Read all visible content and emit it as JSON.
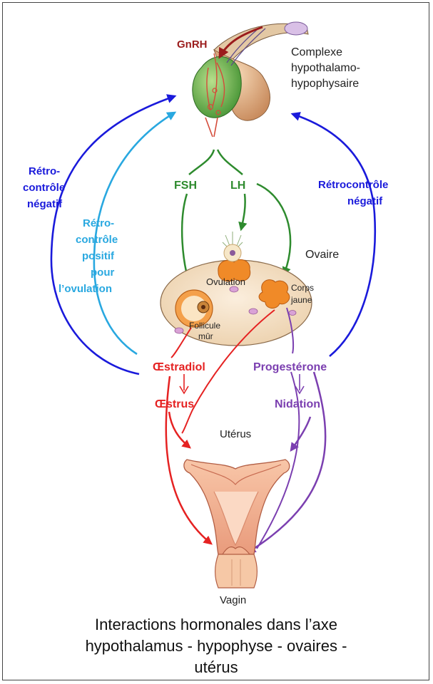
{
  "labels": {
    "gnrh": "GnRH",
    "complex_line1": "Complexe",
    "complex_line2": "hypothalamo-",
    "complex_line3": "hypophysaire",
    "fsh": "FSH",
    "lh": "LH",
    "ovary": "Ovaire",
    "ovulation": "Ovulation",
    "corps_line1": "Corps",
    "corps_line2": "jaune",
    "follicle_line1": "Follicule",
    "follicle_line2": "mûr",
    "retro_neg_left_line1": "Rétro-",
    "retro_neg_left_line2": "contrôle",
    "retro_neg_left_line3": "négatif",
    "retro_pos_line1": "Rétro-",
    "retro_pos_line2": "contrôle",
    "retro_pos_line3": "positif",
    "retro_pos_line4": "pour",
    "retro_pos_line5": "l’ovulation",
    "retro_neg_right_line1": "Rétrocontrôle",
    "retro_neg_right_line2": "négatif",
    "estradiol": "Œstradiol",
    "estrus": "Œstrus",
    "progesterone": "Progestérone",
    "nidation": "Nidation",
    "uterus": "Utérus",
    "vagina": "Vagin"
  },
  "caption": {
    "line1": "Interactions hormonales dans l’axe",
    "line2": "hypothalamus - hypophyse - ovaires -",
    "line3": "utérus"
  },
  "colors": {
    "gnrh": "#9b1c1c",
    "green": "#2e8b2e",
    "dark_blue": "#1a1adb",
    "light_blue": "#29a8e0",
    "red": "#e52222",
    "purple": "#7b3fb0",
    "text": "#222222"
  }
}
